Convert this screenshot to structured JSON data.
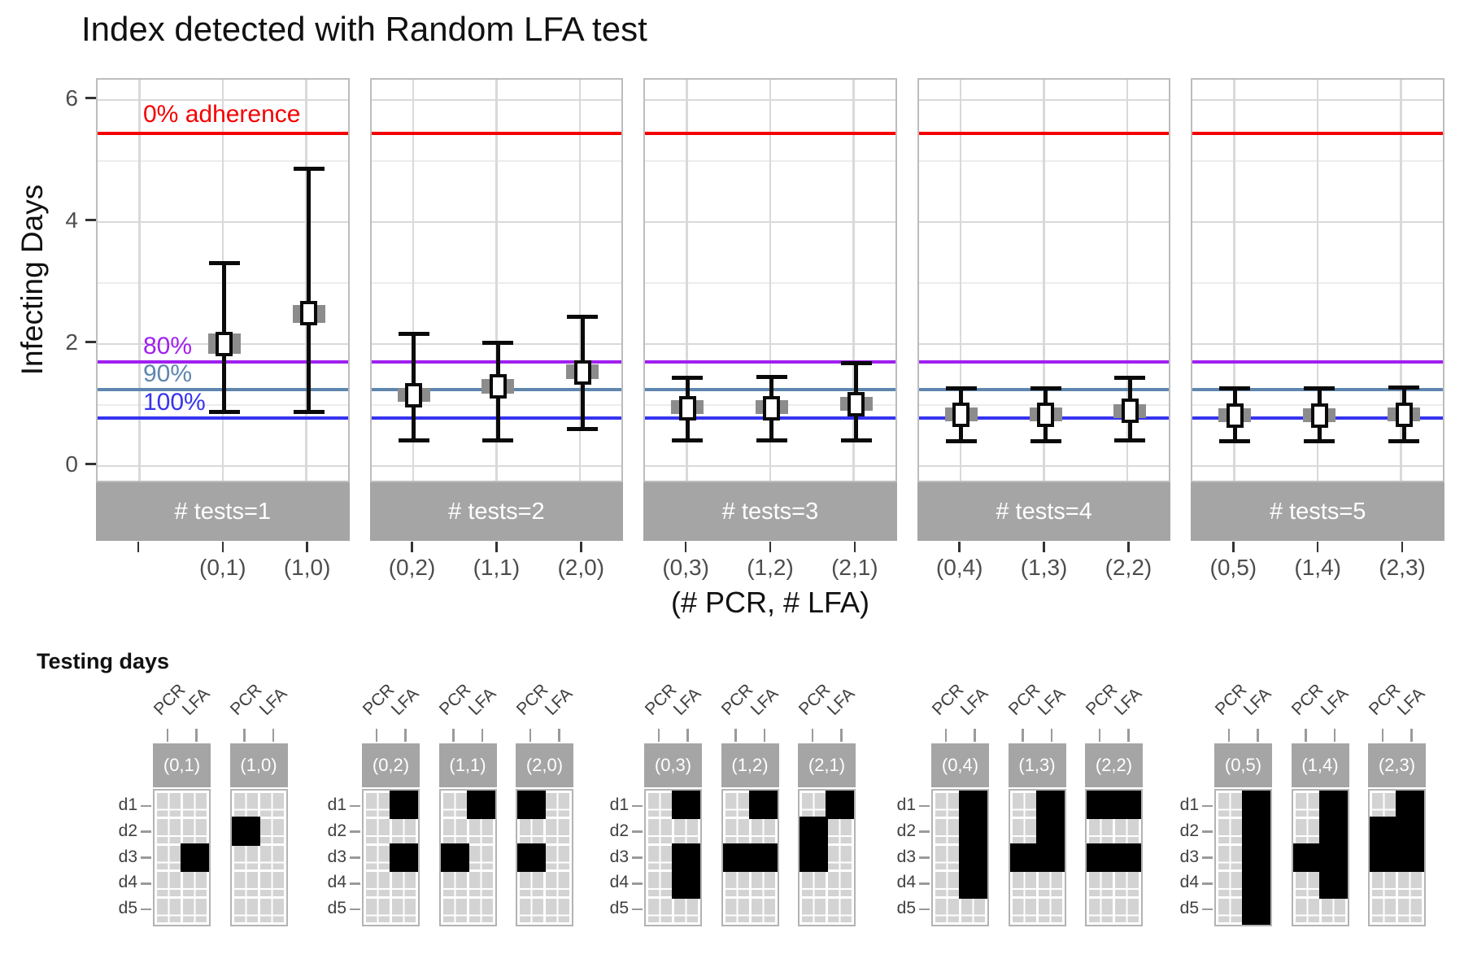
{
  "chart_data": [
    {
      "type": "errorbar",
      "title": "Index detected with Random LFA test",
      "ylabel": "Infecting Days",
      "xlabel": "(# PCR, # LFA)",
      "ylim": [
        -0.3,
        6.33
      ],
      "yticks": [
        0,
        2,
        4,
        6
      ],
      "yminor": [
        1,
        3,
        5
      ],
      "grid": "on",
      "reference_lines": [
        {
          "label": "0% adherence",
          "value": 5.45,
          "color": "#f40000"
        },
        {
          "label": "80%",
          "value": 1.7,
          "color": "#a020f0"
        },
        {
          "label": "90%",
          "value": 1.25,
          "color": "#5e86ae"
        },
        {
          "label": "100%",
          "value": 0.78,
          "color": "#3633f0"
        }
      ],
      "facets": [
        {
          "strip": "# tests=1",
          "slots": [
            "",
            "(0,1)",
            "(1,0)"
          ],
          "points": [
            {
              "x": "(0,1)",
              "slot": 1,
              "est": 2.0,
              "lo": 0.88,
              "hi": 3.33,
              "band_lo": 1.84,
              "band_hi": 2.17
            },
            {
              "x": "(1,0)",
              "slot": 2,
              "est": 2.5,
              "lo": 0.88,
              "hi": 4.87,
              "band_lo": 2.35,
              "band_hi": 2.64
            }
          ]
        },
        {
          "strip": "# tests=2",
          "slots": [
            "(0,2)",
            "(1,1)",
            "(2,0)"
          ],
          "points": [
            {
              "x": "(0,2)",
              "slot": 0,
              "est": 1.16,
              "lo": 0.42,
              "hi": 2.16,
              "band_lo": 1.05,
              "band_hi": 1.28
            },
            {
              "x": "(1,1)",
              "slot": 1,
              "est": 1.3,
              "lo": 0.42,
              "hi": 2.02,
              "band_lo": 1.18,
              "band_hi": 1.42
            },
            {
              "x": "(2,0)",
              "slot": 2,
              "est": 1.53,
              "lo": 0.61,
              "hi": 2.45,
              "band_lo": 1.42,
              "band_hi": 1.66
            }
          ]
        },
        {
          "strip": "# tests=3",
          "slots": [
            "(0,3)",
            "(1,2)",
            "(2,1)"
          ],
          "points": [
            {
              "x": "(0,3)",
              "slot": 0,
              "est": 0.95,
              "lo": 0.42,
              "hi": 1.45,
              "band_lo": 0.85,
              "band_hi": 1.08
            },
            {
              "x": "(1,2)",
              "slot": 1,
              "est": 0.95,
              "lo": 0.42,
              "hi": 1.46,
              "band_lo": 0.85,
              "band_hi": 1.08
            },
            {
              "x": "(2,1)",
              "slot": 2,
              "est": 1.01,
              "lo": 0.42,
              "hi": 1.68,
              "band_lo": 0.9,
              "band_hi": 1.13
            }
          ]
        },
        {
          "strip": "# tests=4",
          "slots": [
            "(0,4)",
            "(1,3)",
            "(2,2)"
          ],
          "points": [
            {
              "x": "(0,4)",
              "slot": 0,
              "est": 0.84,
              "lo": 0.41,
              "hi": 1.27,
              "band_lo": 0.73,
              "band_hi": 0.96
            },
            {
              "x": "(1,3)",
              "slot": 1,
              "est": 0.84,
              "lo": 0.41,
              "hi": 1.27,
              "band_lo": 0.73,
              "band_hi": 0.96
            },
            {
              "x": "(2,2)",
              "slot": 2,
              "est": 0.9,
              "lo": 0.42,
              "hi": 1.45,
              "band_lo": 0.78,
              "band_hi": 1.01
            }
          ]
        },
        {
          "strip": "# tests=5",
          "slots": [
            "(0,5)",
            "(1,4)",
            "(2,3)"
          ],
          "points": [
            {
              "x": "(0,5)",
              "slot": 0,
              "est": 0.83,
              "lo": 0.41,
              "hi": 1.27,
              "band_lo": 0.72,
              "band_hi": 0.95
            },
            {
              "x": "(1,4)",
              "slot": 1,
              "est": 0.83,
              "lo": 0.41,
              "hi": 1.27,
              "band_lo": 0.72,
              "band_hi": 0.95
            },
            {
              "x": "(2,3)",
              "slot": 2,
              "est": 0.84,
              "lo": 0.41,
              "hi": 1.28,
              "band_lo": 0.73,
              "band_hi": 0.96
            }
          ]
        }
      ]
    },
    {
      "type": "heatmap",
      "title": "Testing days",
      "row_labels": [
        "d1",
        "d2",
        "d3",
        "d4",
        "d5"
      ],
      "col_labels": [
        "PCR",
        "LFA"
      ],
      "cell_on_color": "#000000",
      "cell_off_color": "#d3d3d3",
      "groups": [
        {
          "facet": "# tests=1",
          "tables": [
            {
              "label": "(0,1)",
              "pcr_days": [],
              "lfa_days": [
                3
              ]
            },
            {
              "label": "(1,0)",
              "pcr_days": [
                2
              ],
              "lfa_days": []
            }
          ]
        },
        {
          "facet": "# tests=2",
          "tables": [
            {
              "label": "(0,2)",
              "pcr_days": [],
              "lfa_days": [
                1,
                3
              ]
            },
            {
              "label": "(1,1)",
              "pcr_days": [
                3
              ],
              "lfa_days": [
                1
              ]
            },
            {
              "label": "(2,0)",
              "pcr_days": [
                1,
                3
              ],
              "lfa_days": []
            }
          ]
        },
        {
          "facet": "# tests=3",
          "tables": [
            {
              "label": "(0,3)",
              "pcr_days": [],
              "lfa_days": [
                1,
                3,
                4
              ]
            },
            {
              "label": "(1,2)",
              "pcr_days": [
                3
              ],
              "lfa_days": [
                1,
                3
              ]
            },
            {
              "label": "(2,1)",
              "pcr_days": [
                2,
                3
              ],
              "lfa_days": [
                1
              ]
            }
          ]
        },
        {
          "facet": "# tests=4",
          "tables": [
            {
              "label": "(0,4)",
              "pcr_days": [],
              "lfa_days": [
                1,
                2,
                3,
                4
              ]
            },
            {
              "label": "(1,3)",
              "pcr_days": [
                3
              ],
              "lfa_days": [
                1,
                2,
                3
              ]
            },
            {
              "label": "(2,2)",
              "pcr_days": [
                1,
                3
              ],
              "lfa_days": [
                1,
                3
              ]
            }
          ]
        },
        {
          "facet": "# tests=5",
          "tables": [
            {
              "label": "(0,5)",
              "pcr_days": [],
              "lfa_days": [
                1,
                2,
                3,
                4,
                5
              ]
            },
            {
              "label": "(1,4)",
              "pcr_days": [
                3
              ],
              "lfa_days": [
                1,
                2,
                3,
                4
              ]
            },
            {
              "label": "(2,3)",
              "pcr_days": [
                2,
                3
              ],
              "lfa_days": [
                1,
                2,
                3
              ]
            }
          ]
        }
      ]
    }
  ]
}
